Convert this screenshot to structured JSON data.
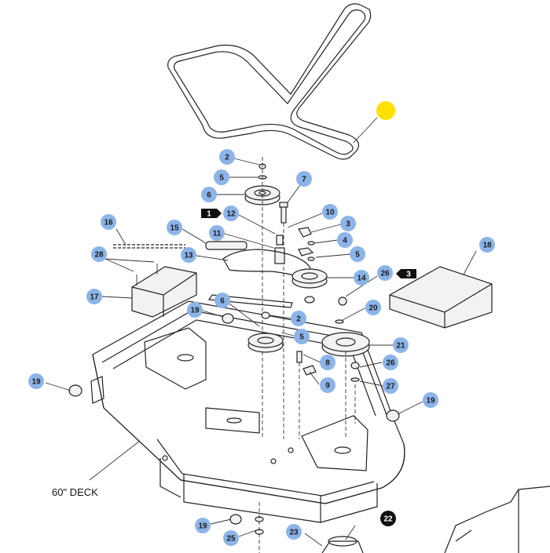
{
  "diagram": {
    "deck_label": "60\" DECK",
    "highlight_color": "#FFE000",
    "callout_color": "#8CB4E8",
    "callout_dark_color": "#111111"
  },
  "callouts": [
    {
      "id": "c2a",
      "label": "2"
    },
    {
      "id": "c5a",
      "label": "5"
    },
    {
      "id": "c6a",
      "label": "6"
    },
    {
      "id": "c7",
      "label": "7"
    },
    {
      "id": "c12",
      "label": "12"
    },
    {
      "id": "c10",
      "label": "10"
    },
    {
      "id": "c3a",
      "label": "3"
    },
    {
      "id": "c4",
      "label": "4"
    },
    {
      "id": "c5b",
      "label": "5"
    },
    {
      "id": "c11",
      "label": "11"
    },
    {
      "id": "c15",
      "label": "15"
    },
    {
      "id": "c16",
      "label": "16"
    },
    {
      "id": "c28",
      "label": "28"
    },
    {
      "id": "c13",
      "label": "13"
    },
    {
      "id": "c14",
      "label": "14"
    },
    {
      "id": "c26a",
      "label": "26"
    },
    {
      "id": "c18",
      "label": "18"
    },
    {
      "id": "c17",
      "label": "17"
    },
    {
      "id": "c6b",
      "label": "6"
    },
    {
      "id": "c19a",
      "label": "19"
    },
    {
      "id": "c2b",
      "label": "2"
    },
    {
      "id": "c20",
      "label": "20"
    },
    {
      "id": "c5c",
      "label": "5"
    },
    {
      "id": "c21",
      "label": "21"
    },
    {
      "id": "c8",
      "label": "8"
    },
    {
      "id": "c26b",
      "label": "26"
    },
    {
      "id": "c9",
      "label": "9"
    },
    {
      "id": "c27",
      "label": "27"
    },
    {
      "id": "c19b",
      "label": "19"
    },
    {
      "id": "c19c",
      "label": "19"
    },
    {
      "id": "c19d",
      "label": "19"
    },
    {
      "id": "c25",
      "label": "25"
    },
    {
      "id": "c23",
      "label": "23"
    }
  ],
  "dark_callouts": [
    {
      "id": "d22",
      "label": "22"
    }
  ],
  "flag_callouts": [
    {
      "id": "f1",
      "label": "1"
    },
    {
      "id": "f3",
      "label": "3"
    }
  ]
}
